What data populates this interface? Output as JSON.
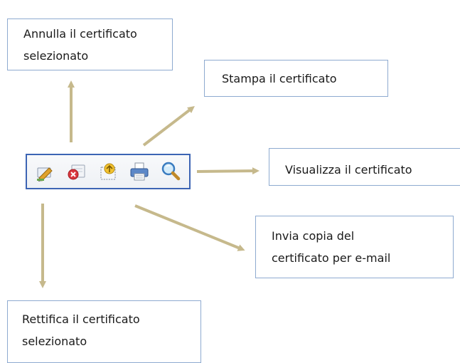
{
  "colors": {
    "arrow": "#c6b98c",
    "box_border": "#8eaad0",
    "toolbar_border": "#3c64b4"
  },
  "toolbar": {
    "tools": [
      {
        "icon": "edit-certificate-icon"
      },
      {
        "icon": "cancel-certificate-icon"
      },
      {
        "icon": "send-certificate-icon"
      },
      {
        "icon": "printer-icon"
      },
      {
        "icon": "magnifier-icon"
      }
    ]
  },
  "callouts": {
    "annulla": "Annulla il certificato\nselezionato",
    "stampa": "Stampa il certificato",
    "visualizza": "Visualizza il certificato",
    "invia": "Invia copia del\ncertificato per e-mail",
    "rettifica": "Rettifica il certificato\nselezionato"
  }
}
